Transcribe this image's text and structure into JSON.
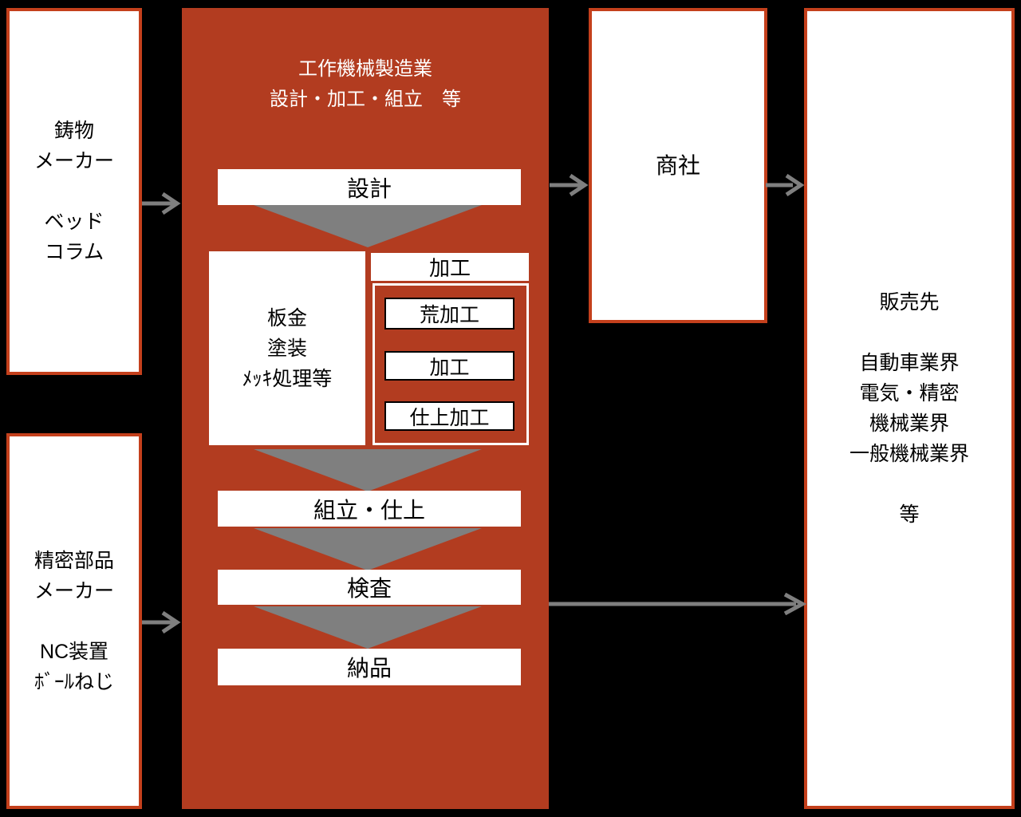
{
  "diagram": {
    "casting_maker_box": {
      "lines": [
        "鋳物",
        "メーカー",
        "",
        "ベッド",
        "コラム"
      ]
    },
    "precision_parts_box": {
      "lines": [
        "精密部品",
        "メーカー",
        "",
        "NC装置",
        "ﾎﾞｰﾙねじ"
      ]
    },
    "manufacturer_panel": {
      "title_lines": [
        "工作機械製造業",
        "設計・加工・組立　等"
      ],
      "design_step": "設計",
      "sheetmetal_box": {
        "lines": [
          "板金",
          "塗装",
          "ﾒｯｷ処理等"
        ]
      },
      "machining": {
        "label": "加工",
        "substeps": [
          "荒加工",
          "加工",
          "仕上加工"
        ]
      },
      "assembly_step": "組立・仕上",
      "inspection_step": "検査",
      "delivery_step": "納品"
    },
    "trading_company_box": {
      "label": "商社"
    },
    "sales_box": {
      "lines": [
        "販売先",
        "",
        "自動車業界",
        "電気・精密",
        "機械業界",
        "一般機械業界",
        "",
        "等"
      ]
    },
    "colors": {
      "background": "#000000",
      "panel_red": "#B23C20",
      "box_border_orange": "#C4401C",
      "connector_gray": "#7F7F7F"
    }
  }
}
